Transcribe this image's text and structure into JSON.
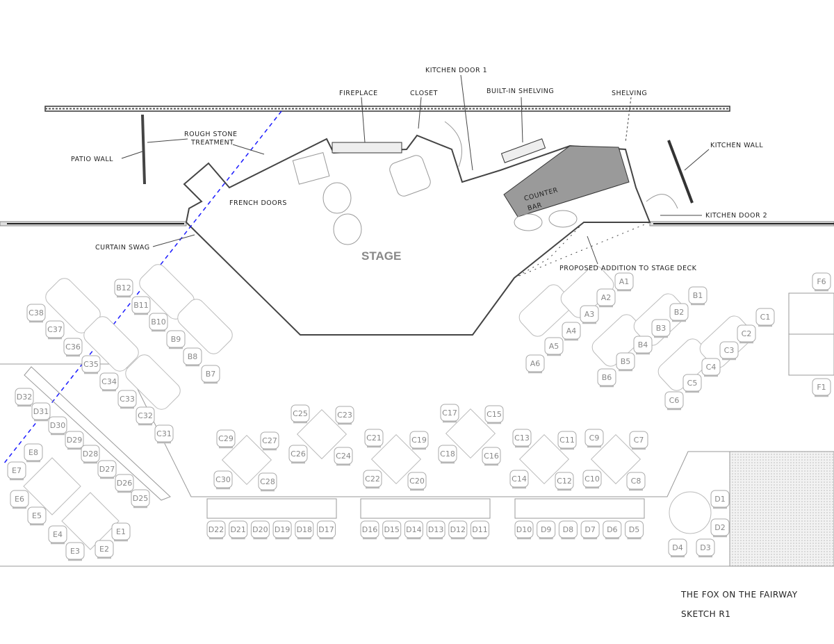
{
  "labels": {
    "kitchen_door_1": "KITCHEN DOOR 1",
    "fireplace": "FIREPLACE",
    "closet": "CLOSET",
    "built_in_shelving": "BUILT-IN SHELVING",
    "shelving": "SHELVING",
    "rough_stone_1": "ROUGH STONE",
    "rough_stone_2": "TREATMENT",
    "patio_wall": "PATIO WALL",
    "kitchen_wall": "KITCHEN WALL",
    "french_doors": "FRENCH DOORS",
    "counter": "COUNTER",
    "bar": "BAR",
    "kitchen_door_2": "KITCHEN DOOR 2",
    "curtain_swag": "CURTAIN SWAG",
    "stage": "STAGE",
    "proposed_addition": "PROPOSED ADDITION TO STAGE DECK"
  },
  "title": {
    "line1": "THE FOX ON THE FAIRWAY",
    "line2": "SKETCH R1"
  },
  "colors": {
    "bar_fill": "#9a9a9a",
    "dashed_line": "#1a1aff"
  },
  "seats": [
    "A1",
    "A2",
    "A3",
    "A4",
    "A5",
    "A6",
    "B1",
    "B2",
    "B3",
    "B4",
    "B5",
    "B6",
    "C1",
    "C2",
    "C3",
    "C4",
    "C5",
    "C6",
    "F6",
    "F1",
    "B12",
    "B11",
    "B10",
    "B9",
    "B8",
    "B7",
    "C38",
    "C37",
    "C36",
    "C35",
    "C34",
    "C33",
    "C32",
    "C31",
    "D32",
    "D31",
    "D30",
    "D29",
    "D28",
    "D27",
    "D26",
    "D25",
    "E8",
    "E7",
    "E6",
    "E5",
    "E4",
    "E3",
    "E2",
    "E1",
    "C29",
    "C30",
    "C27",
    "C28",
    "C25",
    "C26",
    "C23",
    "C24",
    "C21",
    "C22",
    "C19",
    "C20",
    "C17",
    "C18",
    "C15",
    "C16",
    "C13",
    "C14",
    "C11",
    "C12",
    "C9",
    "C10",
    "C7",
    "C8",
    "D22",
    "D21",
    "D20",
    "D19",
    "D18",
    "D17",
    "D16",
    "D15",
    "D14",
    "D13",
    "D12",
    "D11",
    "D10",
    "D9",
    "D8",
    "D7",
    "D6",
    "D5",
    "D1",
    "D2",
    "D3",
    "D4"
  ]
}
